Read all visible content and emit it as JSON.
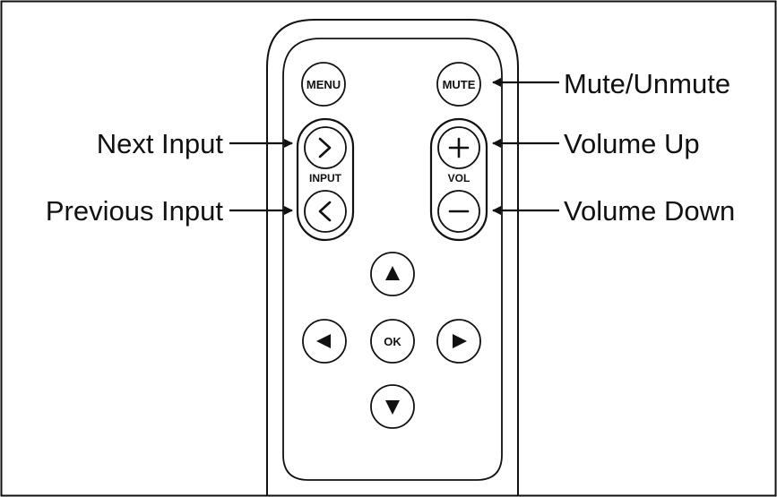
{
  "buttons": {
    "menu": "MENU",
    "mute": "MUTE",
    "input_group": "INPUT",
    "vol_group": "VOL",
    "ok": "OK"
  },
  "icons": {
    "next_input": "chevron-right-icon",
    "previous_input": "chevron-left-icon",
    "volume_up": "plus-icon",
    "volume_down": "minus-icon",
    "up": "triangle-up-icon",
    "down": "triangle-down-icon",
    "left": "triangle-left-icon",
    "right": "triangle-right-icon"
  },
  "callouts": {
    "mute": "Mute/Unmute",
    "next_input": "Next Input",
    "previous_input": "Previous Input",
    "volume_up": "Volume Up",
    "volume_down": "Volume Down"
  },
  "colors": {
    "ink": "#111111",
    "background": "#ffffff"
  }
}
